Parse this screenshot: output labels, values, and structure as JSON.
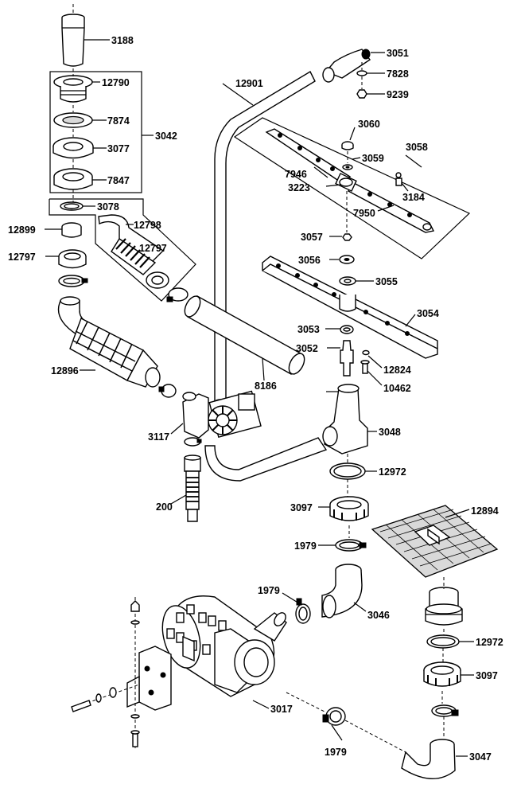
{
  "labels": {
    "p3188": "3188",
    "p12790": "12790",
    "p7874": "7874",
    "p3077": "3077",
    "p7847": "7847",
    "p3042": "3042",
    "p3078": "3078",
    "p12899": "12899",
    "p12798": "12798",
    "p12797a": "12797",
    "p12797b": "12797",
    "p12896": "12896",
    "p12901": "12901",
    "p3051": "3051",
    "p7828": "7828",
    "p9239": "9239",
    "p3060": "3060",
    "p3058": "3058",
    "p3059": "3059",
    "p7946": "7946",
    "p3223": "3223",
    "p3184": "3184",
    "p7950": "7950",
    "p3057": "3057",
    "p3056": "3056",
    "p3055": "3055",
    "p3054": "3054",
    "p3053": "3053",
    "p3052": "3052",
    "p12824": "12824",
    "p10462": "10462",
    "p8186": "8186",
    "p3117": "3117",
    "p3048": "3048",
    "p12972a": "12972",
    "p200": "200",
    "p3097a": "3097",
    "p12894": "12894",
    "p1979a": "1979",
    "p1979b": "1979",
    "p3046": "3046",
    "p12972b": "12972",
    "p3097b": "3097",
    "p3017": "3017",
    "p1979c": "1979",
    "p3047": "3047"
  }
}
